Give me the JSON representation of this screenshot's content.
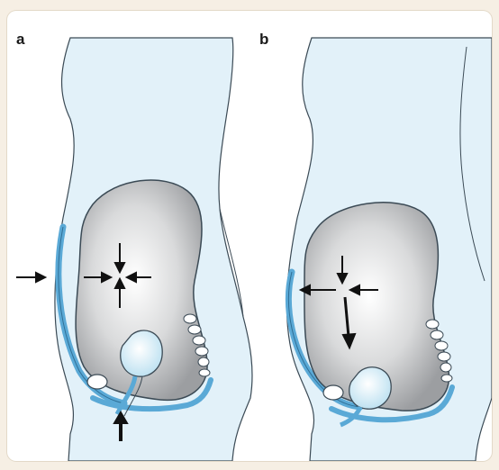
{
  "figure": {
    "panels": [
      {
        "label": "a",
        "state": "pressure-balanced"
      },
      {
        "label": "b",
        "state": "downward-displacement"
      }
    ],
    "colors": {
      "background": "#f6efe4",
      "body_fill": "#e2f1f9",
      "body_stroke": "#3b4a55",
      "organ_gradient_center": "#ffffff",
      "organ_gradient_edge": "#9c9ea1",
      "muscle_blue": "#5aa9d6",
      "arrow": "#111111"
    },
    "icons": [
      "arrow-icon"
    ]
  }
}
